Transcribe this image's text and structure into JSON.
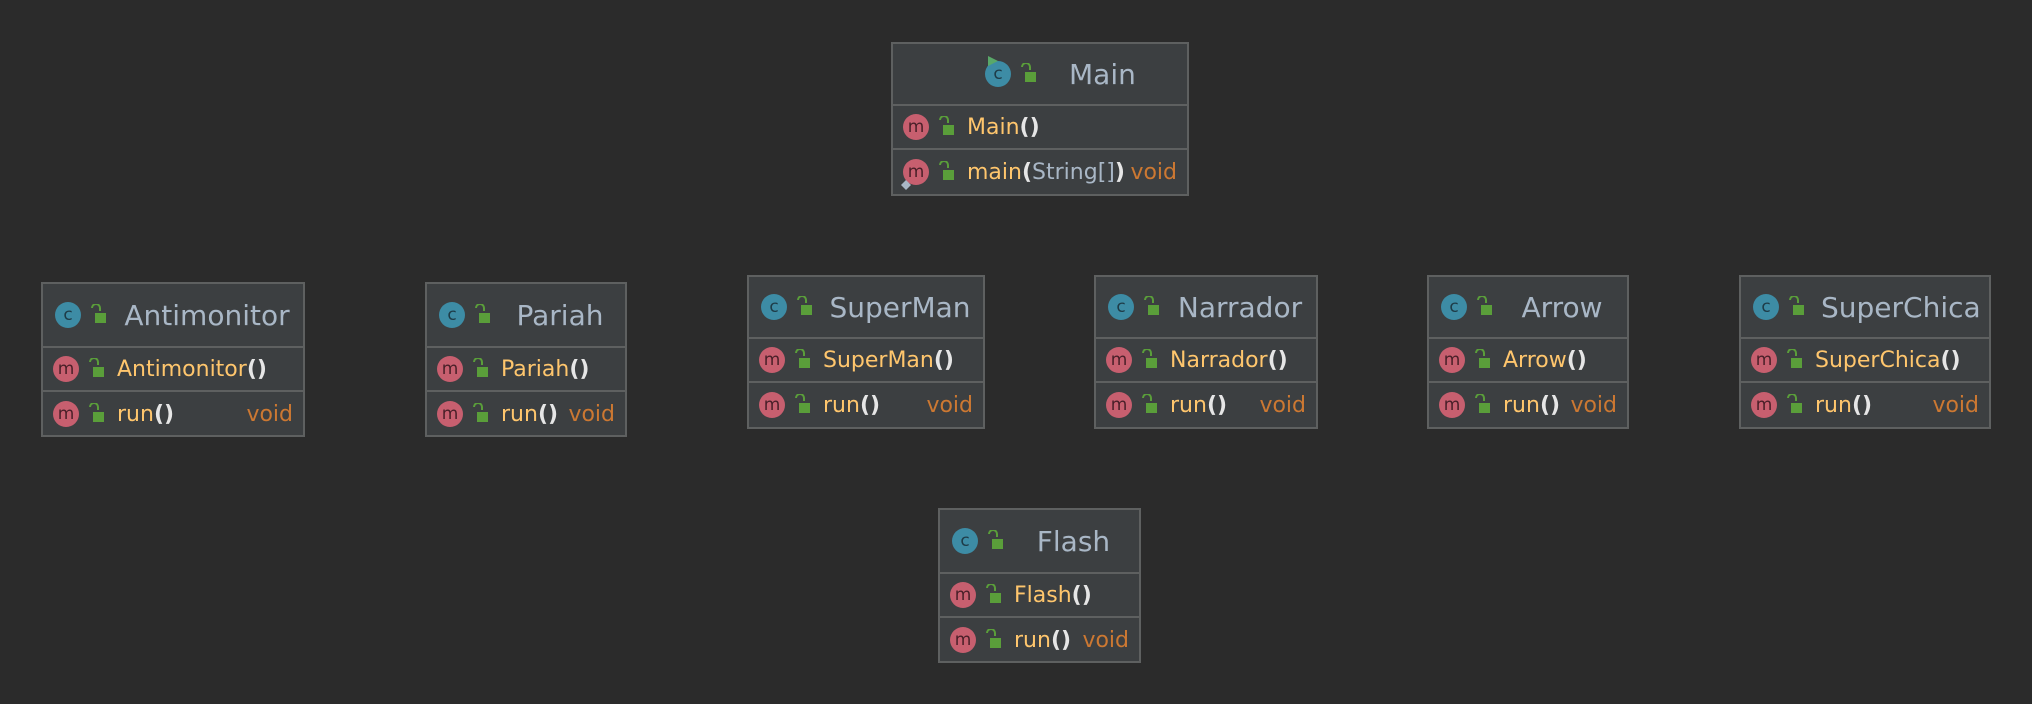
{
  "colors": {
    "background": "#2b2b2b",
    "box_fill": "#3c3f41",
    "box_border": "#5e6060",
    "class_badge": "#3d8ca5",
    "method_badge": "#c75f6f",
    "lock": "#5a9e3a",
    "method_name": "#ffc66d",
    "return_type": "#cc7832",
    "class_name": "#a9b7c6"
  },
  "classes": {
    "main": {
      "name": "Main",
      "badge": "c",
      "constructor": "Main",
      "method": "main",
      "method_arg": "String[]",
      "method_type": "void"
    },
    "antimonitor": {
      "name": "Antimonitor",
      "badge": "c",
      "constructor": "Antimonitor",
      "method": "run",
      "method_type": "void"
    },
    "pariah": {
      "name": "Pariah",
      "badge": "c",
      "constructor": "Pariah",
      "method": "run",
      "method_type": "void"
    },
    "superman": {
      "name": "SuperMan",
      "badge": "c",
      "constructor": "SuperMan",
      "method": "run",
      "method_type": "void"
    },
    "narrador": {
      "name": "Narrador",
      "badge": "c",
      "constructor": "Narrador",
      "method": "run",
      "method_type": "void"
    },
    "arrow": {
      "name": "Arrow",
      "badge": "c",
      "constructor": "Arrow",
      "method": "run",
      "method_type": "void"
    },
    "superchica": {
      "name": "SuperChica",
      "badge": "c",
      "constructor": "SuperChica",
      "method": "run",
      "method_type": "void"
    },
    "flash": {
      "name": "Flash",
      "badge": "c",
      "constructor": "Flash",
      "method": "run",
      "method_type": "void"
    }
  },
  "badges": {
    "class": "c",
    "method": "m"
  },
  "icons": [
    "class-icon",
    "method-icon",
    "public-lock-icon",
    "run-arrow-icon",
    "static-icon"
  ]
}
